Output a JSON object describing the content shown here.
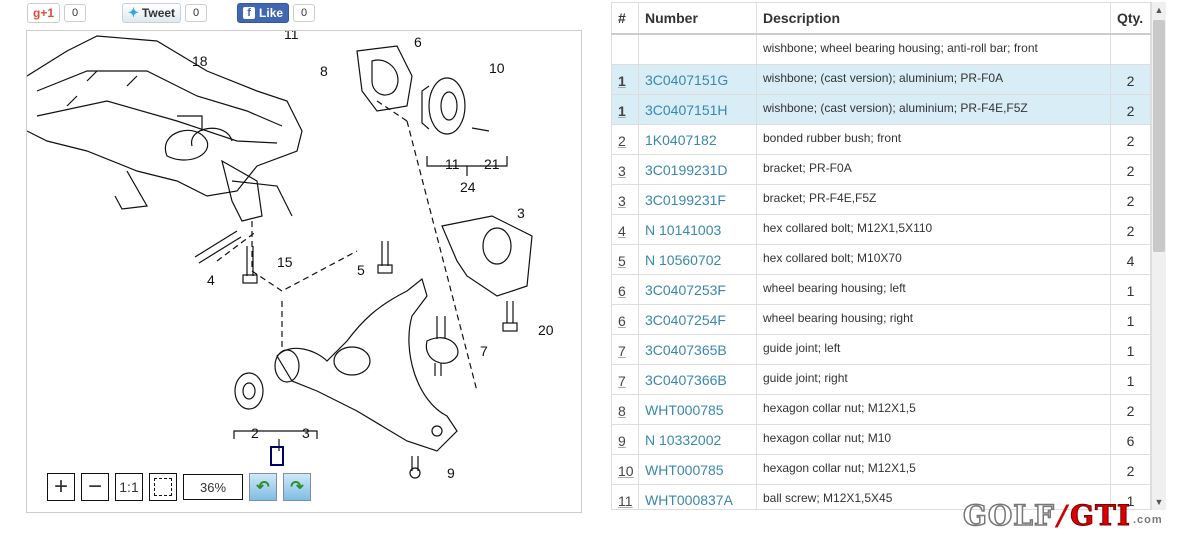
{
  "social": {
    "gplus_label": "g+1",
    "gplus_count": "0",
    "tweet_label": "Tweet",
    "tweet_count": "0",
    "like_label": "Like",
    "like_count": "0"
  },
  "diagram": {
    "callouts": [
      "18",
      "11",
      "6",
      "8",
      "10",
      "11",
      "21",
      "24",
      "3",
      "5",
      "15",
      "4",
      "20",
      "7",
      "2",
      "3",
      "9"
    ],
    "zoom_level": "36%",
    "reset_label": "1:1"
  },
  "table": {
    "headers": [
      "#",
      "Number",
      "Description",
      "Qty."
    ],
    "rows": [
      {
        "num": "",
        "part": "",
        "desc": "wishbone; wheel bearing housing; anti-roll bar; front",
        "qty": ""
      },
      {
        "num": "1",
        "part": "3C0407151G",
        "desc": "wishbone; (cast version); aluminium; PR-F0A",
        "qty": "2"
      },
      {
        "num": "1",
        "part": "3C0407151H",
        "desc": "wishbone; (cast version); aluminium; PR-F4E,F5Z",
        "qty": "2"
      },
      {
        "num": "2",
        "part": "1K0407182",
        "desc": "bonded rubber bush; front",
        "qty": "2"
      },
      {
        "num": "3",
        "part": "3C0199231D",
        "desc": "bracket; PR-F0A",
        "qty": "2"
      },
      {
        "num": "3",
        "part": "3C0199231F",
        "desc": "bracket; PR-F4E,F5Z",
        "qty": "2"
      },
      {
        "num": "4",
        "part": "N 10141003",
        "desc": "hex collared bolt; M12X1,5X110",
        "qty": "2"
      },
      {
        "num": "5",
        "part": "N 10560702",
        "desc": "hex collared bolt; M10X70",
        "qty": "4"
      },
      {
        "num": "6",
        "part": "3C0407253F",
        "desc": "wheel bearing housing; left",
        "qty": "1"
      },
      {
        "num": "6",
        "part": "3C0407254F",
        "desc": "wheel bearing housing; right",
        "qty": "1"
      },
      {
        "num": "7",
        "part": "3C0407365B",
        "desc": "guide joint; left",
        "qty": "1"
      },
      {
        "num": "7",
        "part": "3C0407366B",
        "desc": "guide joint; right",
        "qty": "1"
      },
      {
        "num": "8",
        "part": "WHT000785",
        "desc": "hexagon collar nut; M12X1,5",
        "qty": "2"
      },
      {
        "num": "9",
        "part": "N 10332002",
        "desc": "hexagon collar nut; M10",
        "qty": "6"
      },
      {
        "num": "10",
        "part": "WHT000785",
        "desc": "hexagon collar nut; M12X1,5",
        "qty": "2"
      },
      {
        "num": "11",
        "part": "WHT000837A",
        "desc": "ball screw; M12X1,5X45",
        "qty": "1"
      }
    ]
  },
  "logo": {
    "part1": "GOLF",
    "slash": "/",
    "part2": "GTI",
    "suffix": ".com"
  }
}
